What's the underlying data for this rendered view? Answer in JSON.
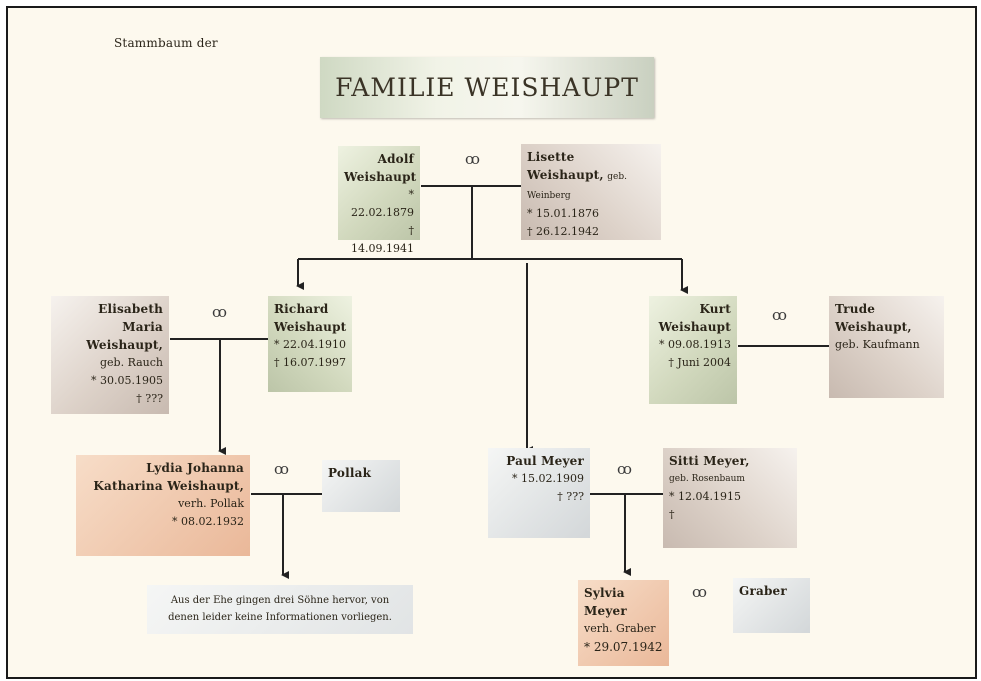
{
  "header": {
    "subtitle": "Stammbaum der",
    "title": "FAMILIE WEISHAUPT"
  },
  "marriage_symbol": "ꝏ",
  "people": {
    "adolf": {
      "first": "Adolf",
      "last": "Weishaupt",
      "born": "* 22.02.1879",
      "died": "† 14.09.1941"
    },
    "lisette": {
      "first": "Lisette",
      "last": "Weishaupt,",
      "maiden": "geb. Weinberg",
      "born": "* 15.01.1876",
      "died": "† 26.12.1942"
    },
    "elisabeth": {
      "line1": "Elisabeth Maria",
      "line2": "Weishaupt,",
      "maiden": "geb. Rauch",
      "born": "* 30.05.1905",
      "died": "† ???"
    },
    "richard": {
      "first": "Richard",
      "last": "Weishaupt",
      "born": "* 22.04.1910",
      "died": "† 16.07.1997"
    },
    "kurt": {
      "first": "Kurt",
      "last": "Weishaupt",
      "born": "* 09.08.1913",
      "died": "† Juni 2004"
    },
    "trude": {
      "first": "Trude",
      "last": "Weishaupt,",
      "maiden": "geb. Kaufmann"
    },
    "lydia": {
      "line1": "Lydia Johanna",
      "line2": "Katharina Weishaupt,",
      "married": "verh. Pollak",
      "born": "* 08.02.1932"
    },
    "pollak": {
      "name": "Pollak"
    },
    "paul": {
      "name": "Paul Meyer",
      "born": "* 15.02.1909",
      "died": "† ???"
    },
    "sitti": {
      "name": "Sitti Meyer,",
      "maiden": "geb. Rosenbaum",
      "born": "* 12.04.1915",
      "died": "†"
    },
    "sylvia": {
      "name": "Sylvia Meyer",
      "married": "verh. Graber",
      "born": "* 29.07.1942"
    },
    "graber": {
      "name": "Graber"
    }
  },
  "note": {
    "line1": "Aus der Ehe gingen drei Söhne hervor, von",
    "line2": "denen leider keine Informationen vorliegen."
  }
}
